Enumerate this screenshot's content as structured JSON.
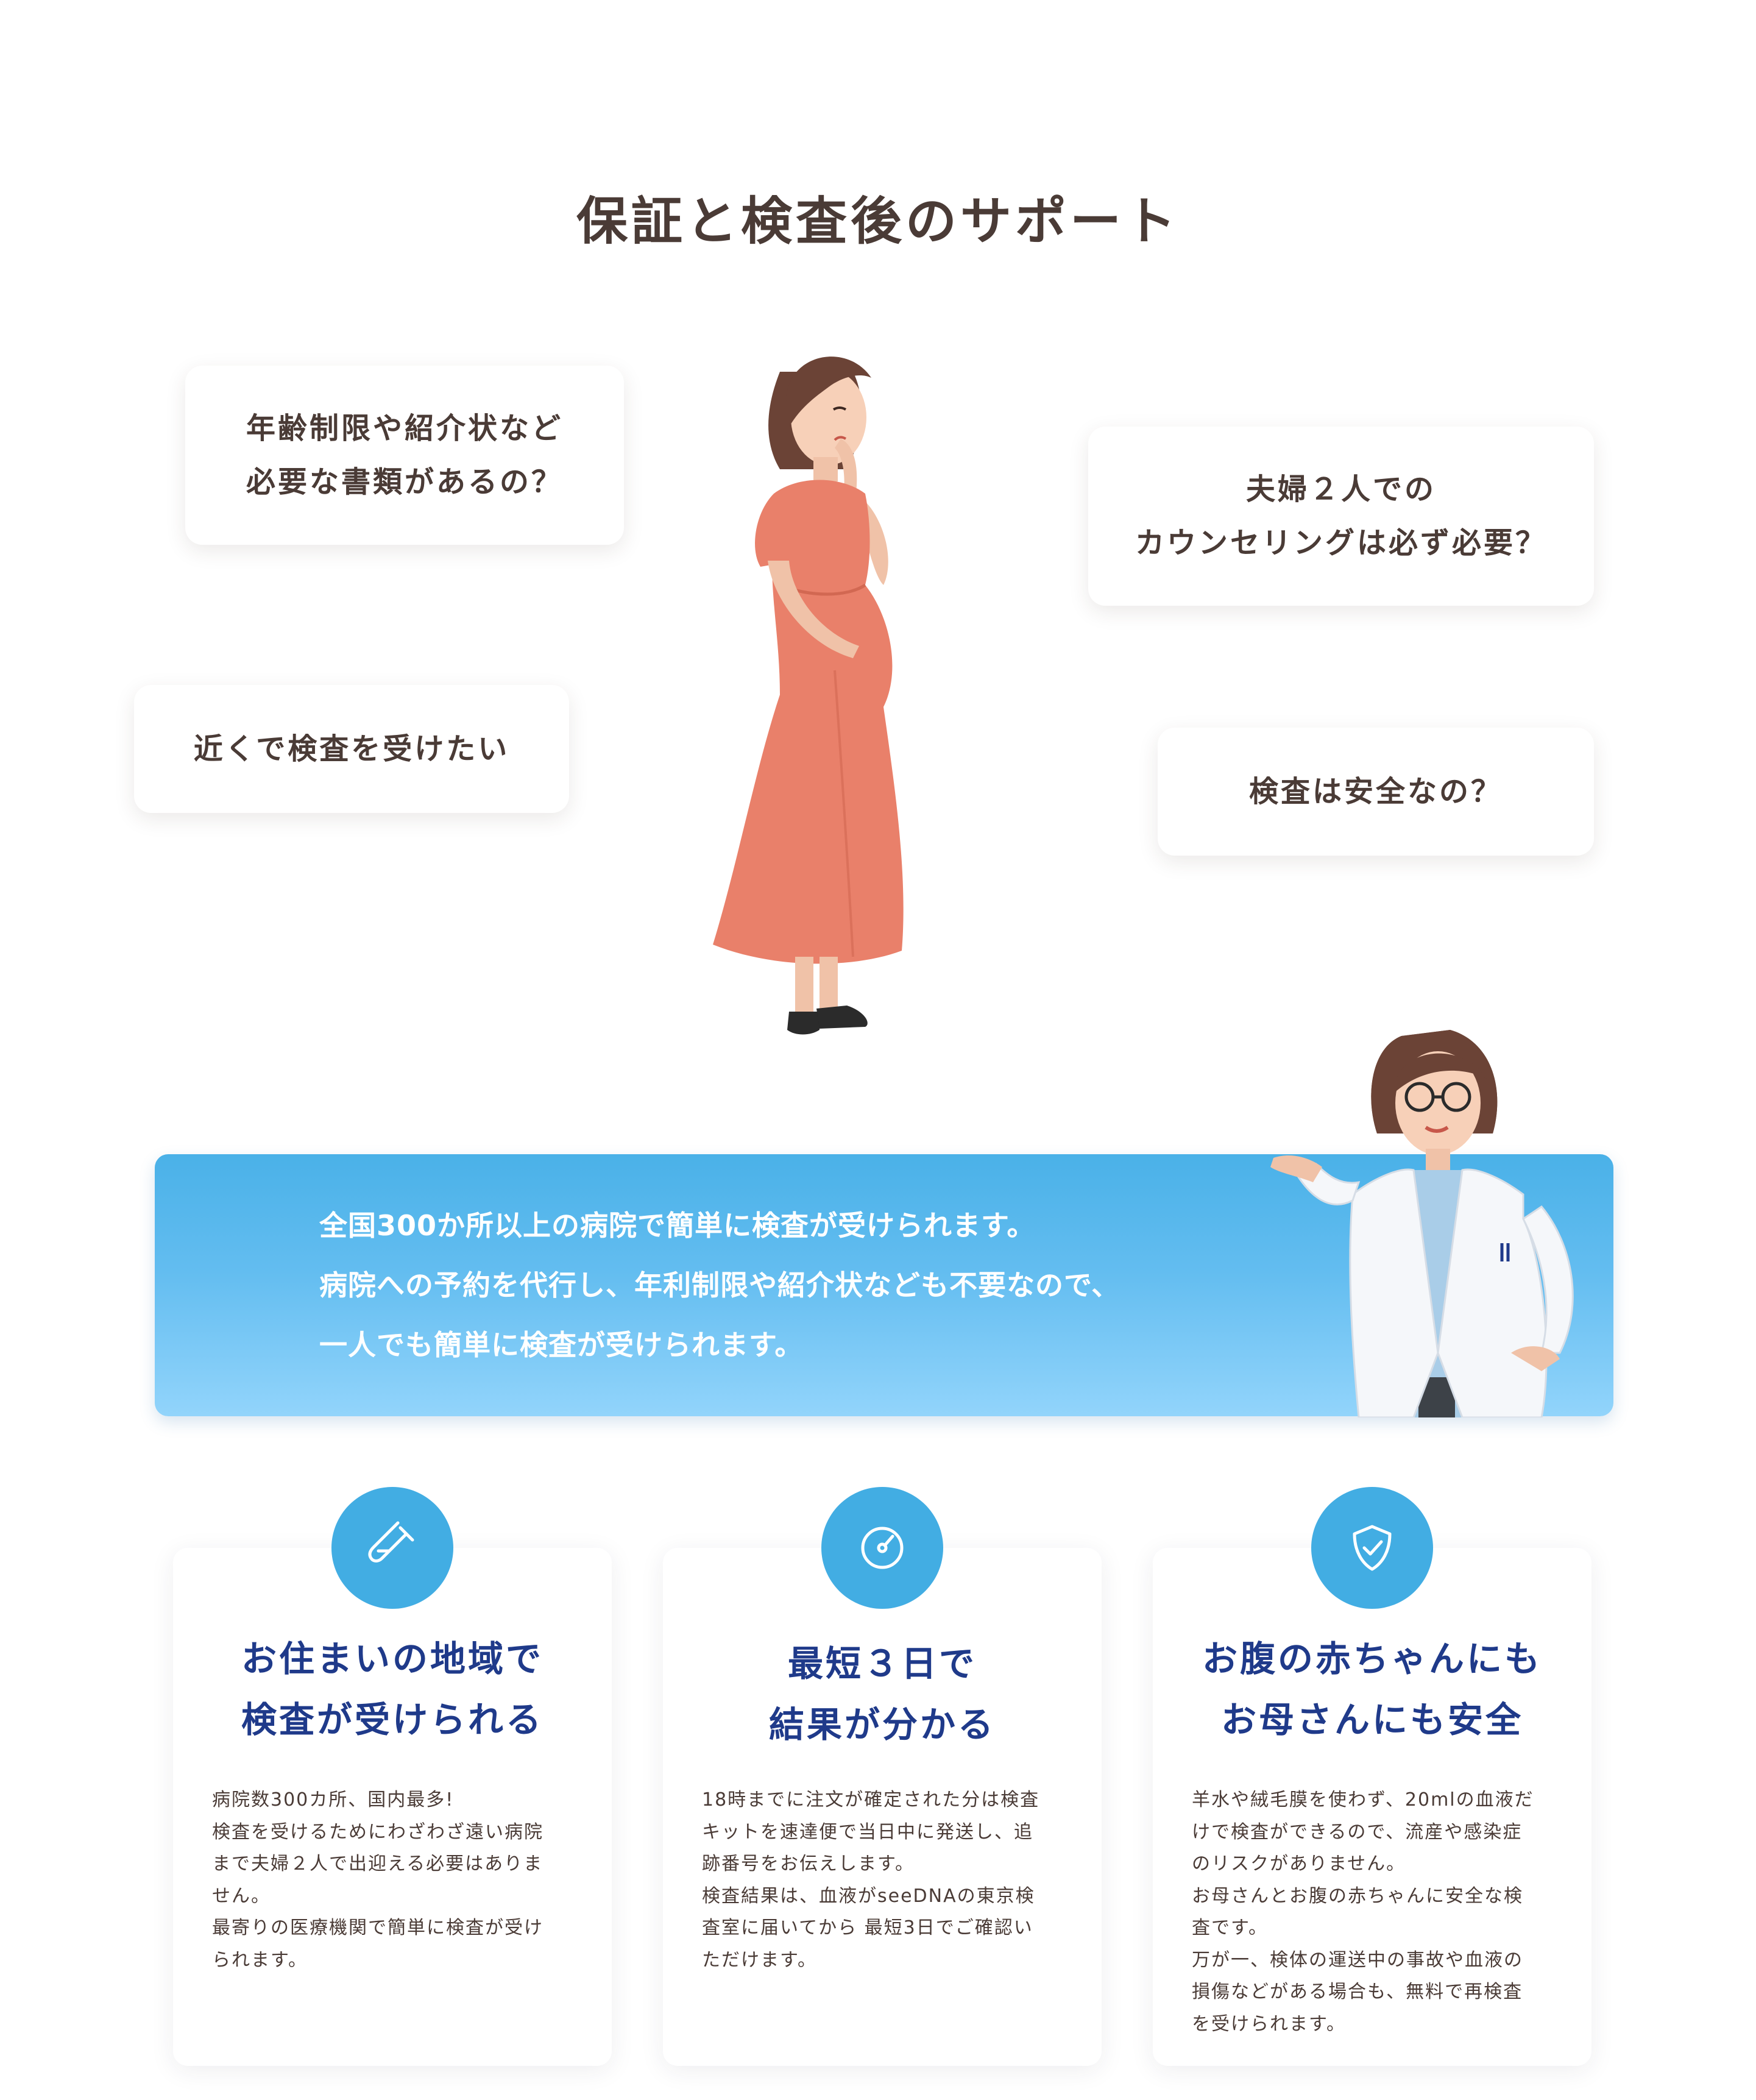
{
  "section_title": "保証と検査後のサポート",
  "bubbles": {
    "age_limit": [
      "年齢制限や紹介状など",
      "必要な書類があるの？"
    ],
    "counseling": [
      "夫婦２人での",
      "カウンセリングは必ず必要？"
    ],
    "nearby": [
      "近くで検査を受けたい"
    ],
    "safety": [
      "検査は安全なの？"
    ]
  },
  "banner": {
    "lines": [
      "全国300か所以上の病院で簡単に検査が受けられます。",
      "病院への予約を代行し、年利制限や紹介状なども不要なので、",
      "一人でも簡単に検査が受けられます。"
    ]
  },
  "features": [
    {
      "icon": "test-tube-icon",
      "title": [
        "お住まいの地域で",
        "検査が受けられる"
      ],
      "body": [
        "病院数300カ所、国内最多!",
        "検査を受けるためにわざわざ遠い病院",
        "まで夫婦２人で出迎える必要はありま",
        "せん。",
        "最寄りの医療機関で簡単に検査が受け",
        "られます。"
      ]
    },
    {
      "icon": "speed-gauge-icon",
      "title": [
        "最短３日で",
        "結果が分かる"
      ],
      "body": [
        "18時までに注文が確定された分は検査",
        "キットを速達便で当日中に発送し、追",
        "跡番号をお伝えします。",
        "検査結果は、血液がseeDNAの東京検",
        "査室に届いてから 最短3日でご確認い",
        "ただけます。"
      ]
    },
    {
      "icon": "shield-check-icon",
      "title": [
        "お腹の赤ちゃんにも",
        "お母さんにも安全"
      ],
      "body": [
        "羊水や絨毛膜を使わず、20mlの血液だ",
        "けで検査ができるので、流産や感染症",
        "のリスクがありません。",
        "お母さんとお腹の赤ちゃんに安全な検",
        "査です。",
        "万が一、検体の運送中の事故や血液の",
        "損傷などがある場合も、無料で再検査",
        "を受けられます。"
      ]
    }
  ],
  "colors": {
    "heading": "#4a3b36",
    "feature_title": "#1f3a8a",
    "accent_blue": "#42ade3",
    "dress": "#e9806a"
  }
}
